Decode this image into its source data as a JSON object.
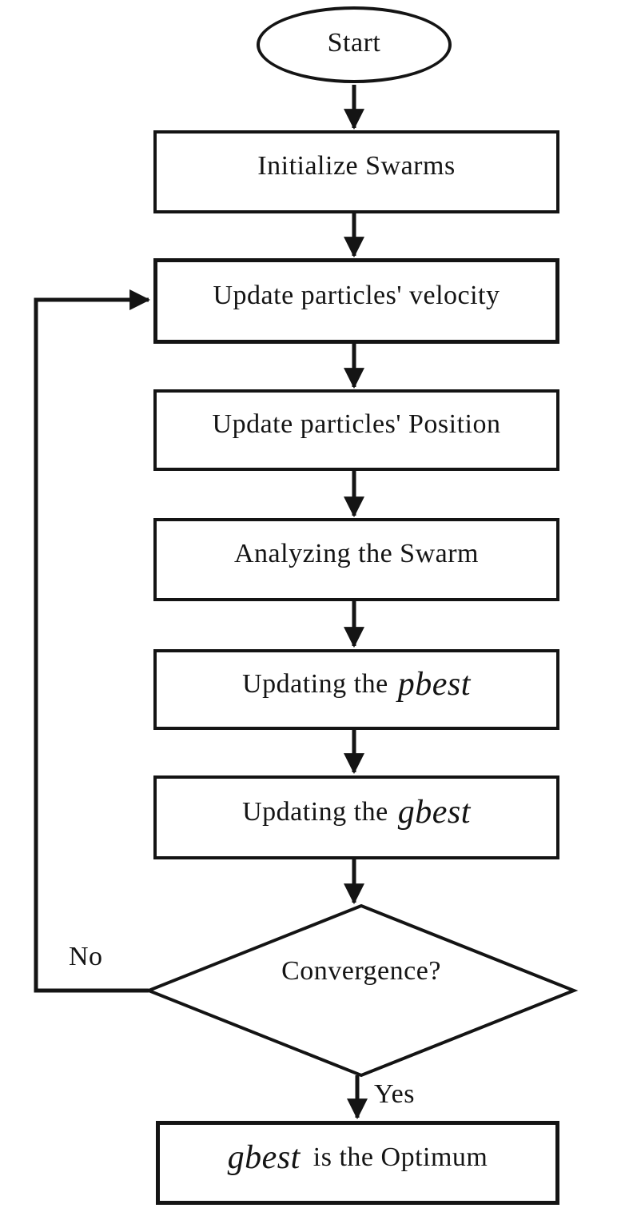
{
  "colors": {
    "ink": "#141414",
    "background": "#ffffff"
  },
  "nodes": {
    "start": "Start",
    "init": "Initialize Swarms",
    "velocity": "Update particles' velocity",
    "position": "Update particles' Position",
    "analyze": "Analyzing the Swarm",
    "pbest_prefix": "Updating the",
    "pbest_term": "pbest",
    "gbest_prefix": "Updating the",
    "gbest_term": "gbest",
    "convergence": "Convergence?",
    "optimum_term": "gbest",
    "optimum_suffix": "is the Optimum"
  },
  "labels": {
    "no": "No",
    "yes": "Yes"
  }
}
